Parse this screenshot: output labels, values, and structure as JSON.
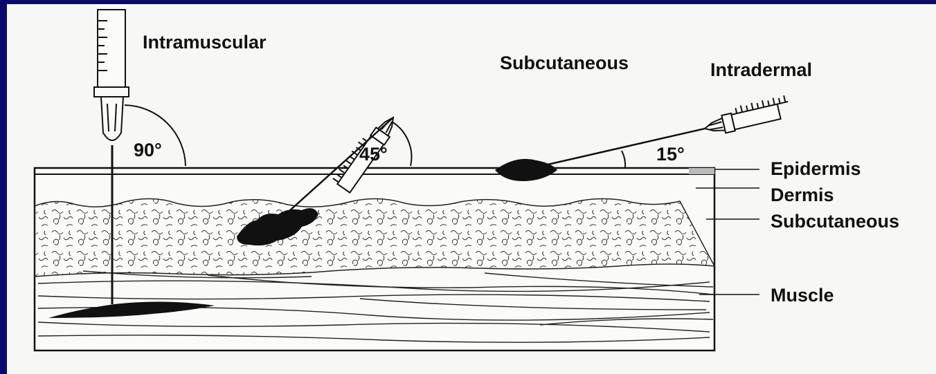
{
  "injection_labels": {
    "intramuscular": "Intramuscular",
    "subcutaneous": "Subcutaneous",
    "intradermal": "Intradermal"
  },
  "angles": {
    "intramuscular": "90°",
    "subcutaneous": "45°",
    "intradermal": "15°"
  },
  "layers": {
    "epidermis": "Epidermis",
    "dermis": "Dermis",
    "subcutaneous": "Subcutaneous",
    "muscle": "Muscle"
  },
  "colors": {
    "background_frame": "#0a0a6e",
    "paper": "#f7f7f5",
    "ink": "#111111"
  }
}
